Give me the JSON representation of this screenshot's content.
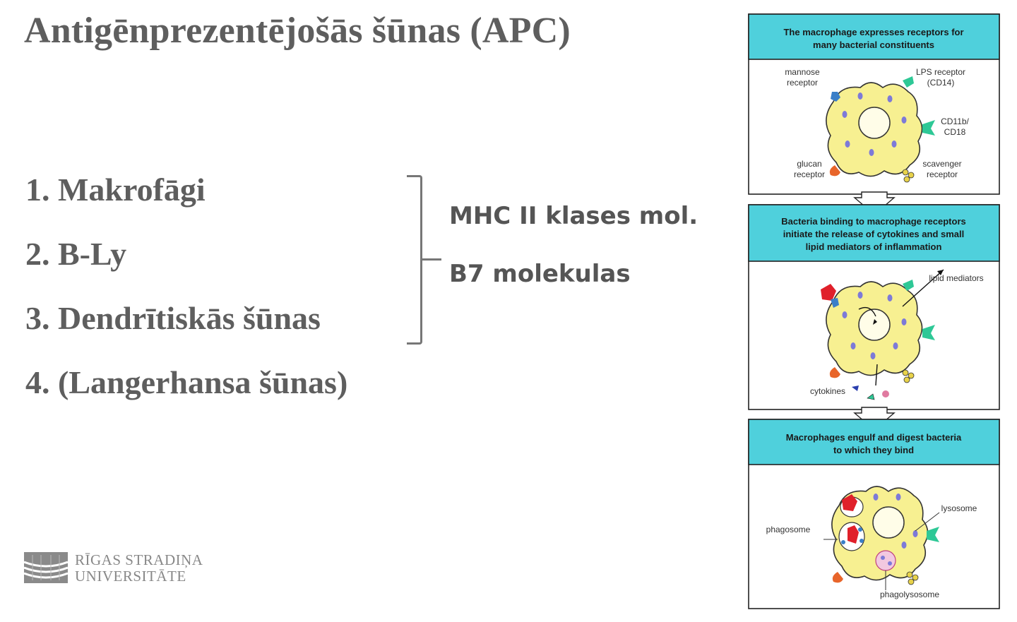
{
  "slide": {
    "title": "Antigēnprezentējošās šūnas (APC)",
    "list": [
      "1. Makrofāgi",
      "2. B-Ly",
      "3. Dendrītiskās šūnas",
      "4. (Langerhansa šūnas)"
    ],
    "molecules": [
      "MHC II klases mol.",
      "B7 molekulas"
    ]
  },
  "logo": {
    "line1": "RĪGAS STRADIŅA",
    "line2": "UNIVERSITĀTE"
  },
  "figure": {
    "panels": [
      {
        "header": [
          "The macrophage expresses receptors for",
          "many bacterial constituents"
        ],
        "labels": {
          "mannose": [
            "mannose",
            "receptor"
          ],
          "lps": [
            "LPS receptor",
            "(CD14)"
          ],
          "cd11b": [
            "CD11b/",
            "CD18"
          ],
          "glucan": [
            "glucan",
            "receptor"
          ],
          "scavenger": [
            "scavenger",
            "receptor"
          ]
        }
      },
      {
        "header": [
          "Bacteria binding to macrophage receptors",
          "initiate the release of cytokines and small",
          "lipid mediators of inflammation"
        ],
        "labels": {
          "lipid": "lipid mediators",
          "cytokines": "cytokines"
        }
      },
      {
        "header": [
          "Macrophages engulf and digest bacteria",
          "to which they bind"
        ],
        "labels": {
          "lysosome": "lysosome",
          "phagosome": "phagosome",
          "phagolysosome": "phagolysosome"
        }
      }
    ]
  },
  "colors": {
    "text": "#5e5e5e",
    "panel_header": "#4fd0dc",
    "cell": "#f7f091",
    "receptor_green": "#2ec896",
    "receptor_orange": "#e8652a",
    "receptor_blue": "#3a7fc8",
    "bacteria": "#e0202a"
  }
}
